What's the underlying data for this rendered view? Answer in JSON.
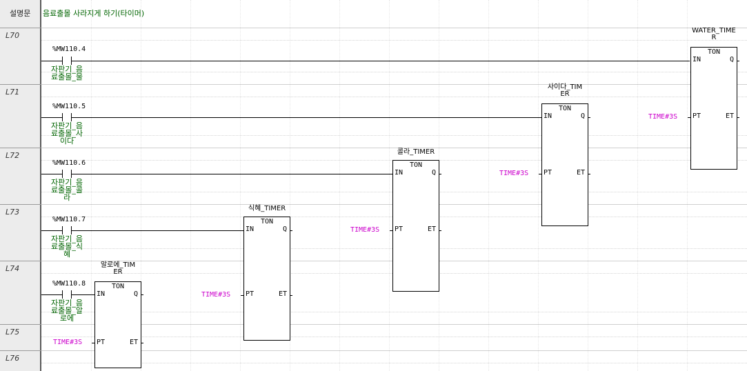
{
  "header": {
    "label": "설명문",
    "comment": "음료출몰 사라지게 하기(타이머)"
  },
  "rows": [
    {
      "label": "L70"
    },
    {
      "label": "L71"
    },
    {
      "label": "L72"
    },
    {
      "label": "L73"
    },
    {
      "label": "L74"
    },
    {
      "label": "L75"
    },
    {
      "label": "L76"
    }
  ],
  "contacts": [
    {
      "address": "%MW110.4",
      "comment": [
        "자판기_음",
        "료출몰_물"
      ]
    },
    {
      "address": "%MW110.5",
      "comment": [
        "자판기_음",
        "료출몰_사",
        "이다"
      ]
    },
    {
      "address": "%MW110.6",
      "comment": [
        "자판기_음",
        "료출몰_콜",
        "라"
      ]
    },
    {
      "address": "%MW110.7",
      "comment": [
        "자판기_음",
        "료출몰_식",
        "혜"
      ]
    },
    {
      "address": "%MW110.8",
      "comment": [
        "자판기_음",
        "료출몰_알",
        "로에"
      ]
    }
  ],
  "timers": [
    {
      "name": [
        "WATER_TIME",
        "R"
      ],
      "type": "TON",
      "in": "IN",
      "q": "Q",
      "pt": "PT",
      "et": "ET",
      "pt_value": "TIME#3S"
    },
    {
      "name": [
        "사이다_TIM",
        "ER"
      ],
      "type": "TON",
      "in": "IN",
      "q": "Q",
      "pt": "PT",
      "et": "ET",
      "pt_value": "TIME#3S"
    },
    {
      "name": [
        "콜라_TIMER"
      ],
      "type": "TON",
      "in": "IN",
      "q": "Q",
      "pt": "PT",
      "et": "ET",
      "pt_value": "TIME#3S"
    },
    {
      "name": [
        "식혜_TIMER"
      ],
      "type": "TON",
      "in": "IN",
      "q": "Q",
      "pt": "PT",
      "et": "ET",
      "pt_value": "TIME#3S"
    },
    {
      "name": [
        "알로에_TIM",
        "ER"
      ],
      "type": "TON",
      "in": "IN",
      "q": "Q",
      "pt": "PT",
      "et": "ET",
      "pt_value": "TIME#3S"
    }
  ],
  "colors": {
    "comment": "#006400",
    "pt_value": "#cc00cc",
    "gutter": "#ececec"
  }
}
